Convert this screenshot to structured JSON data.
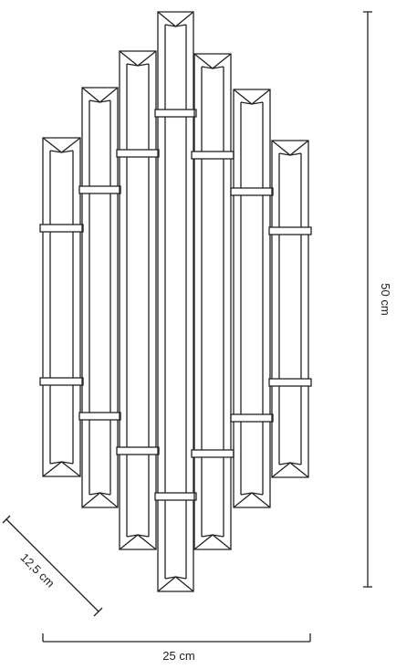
{
  "dimensions": {
    "height_label": "50 cm",
    "width_label": "25 cm",
    "depth_label": "12,5 cm"
  },
  "colors": {
    "line": "#222222",
    "background": "#ffffff"
  }
}
